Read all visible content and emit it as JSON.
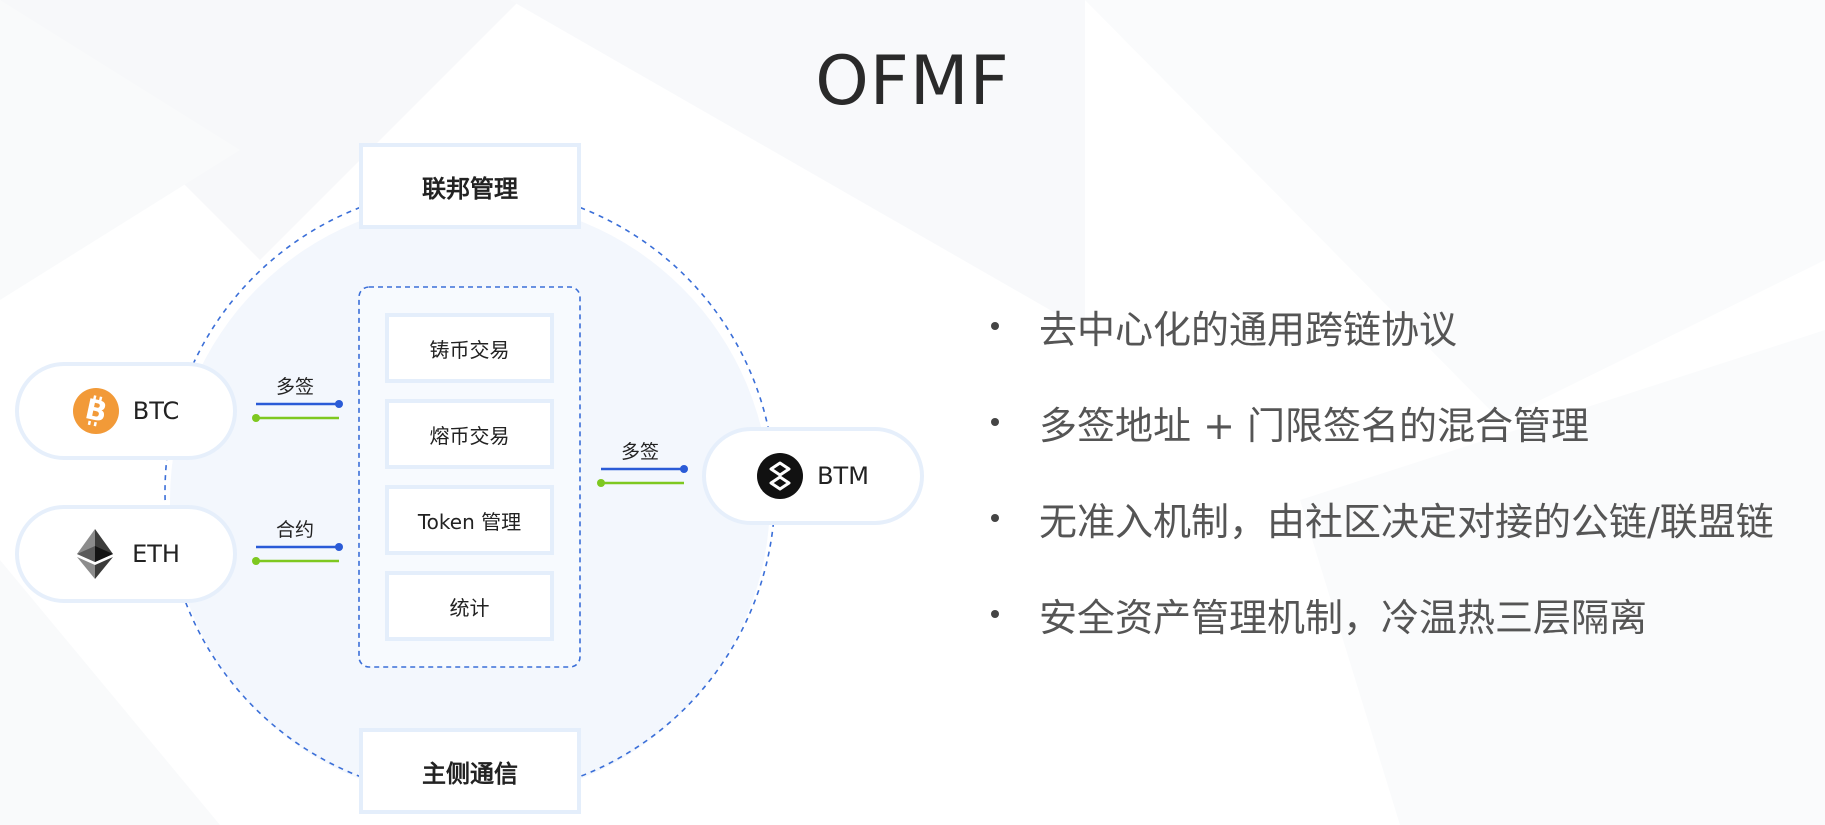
{
  "title": "OFMF",
  "colors": {
    "accent_blue": "#2a5bd7",
    "accent_green": "#7ec820",
    "btc_orange": "#f29a38",
    "box_border": "#e4eefb",
    "circle_fill": "#f3f7fd"
  },
  "diagram": {
    "top_box": "联邦管理",
    "bottom_box": "主侧通信",
    "inner_items": [
      "铸币交易",
      "熔币交易",
      "Token 管理",
      "统计"
    ],
    "nodes": {
      "btc": {
        "label": "BTC",
        "icon": "bitcoin-icon"
      },
      "eth": {
        "label": "ETH",
        "icon": "ethereum-icon"
      },
      "btm": {
        "label": "BTM",
        "icon": "bytom-icon"
      }
    },
    "connectors": {
      "btc": "多签",
      "eth": "合约",
      "btm": "多签"
    }
  },
  "bullets": [
    "去中心化的通用跨链协议",
    "多签地址 + 门限签名的混合管理",
    "无准入机制，由社区决定对接的公链/联盟链",
    "安全资产管理机制，冷温热三层隔离"
  ]
}
